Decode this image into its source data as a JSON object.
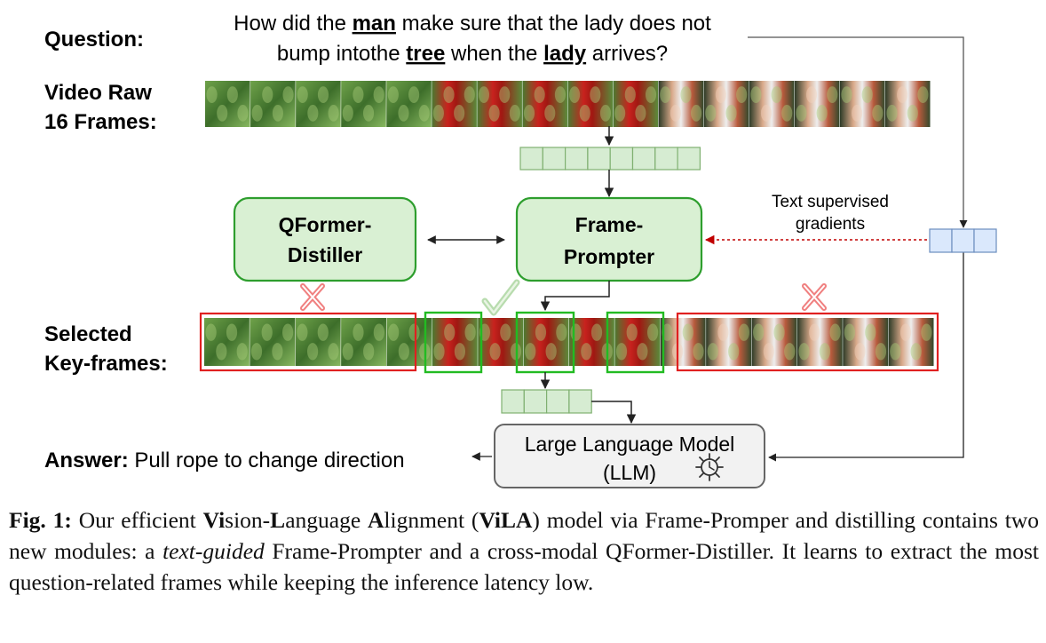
{
  "question": {
    "label": "Question:",
    "line1_pre": "How did the ",
    "line1_man": "man",
    "line1_post": " make sure that the lady does not",
    "line2_pre": "bump intothe ",
    "line2_tree": "tree",
    "line2_mid": " when the ",
    "line2_lady": "lady",
    "line2_post": " arrives?"
  },
  "video": {
    "label_line1": "Video Raw",
    "label_line2": "16 Frames:",
    "frame_count": 16
  },
  "modules": {
    "distiller_line1": "QFormer-",
    "distiller_line2": "Distiller",
    "prompter_line1": "Frame-",
    "prompter_line2": "Prompter"
  },
  "gradient_note": {
    "line1": "Text supervised",
    "line2": "gradients"
  },
  "selected": {
    "label_line1": "Selected",
    "label_line2": "Key-frames:"
  },
  "llm": {
    "line1": "Large Language Model",
    "line2": "(LLM)",
    "frozen_icon": "snowflake-icon"
  },
  "answer": {
    "label": "Answer:",
    "text": " Pull rope to change direction"
  },
  "caption": {
    "fig": "Fig. 1:",
    "p1": " Our efficient ",
    "v": "Vi",
    "p2": "sion-",
    "l": "L",
    "p3": "anguage ",
    "a": "A",
    "p4": "lignment (",
    "vila": "ViLA",
    "p5": ") model via Frame-Promper and distilling contains two new modules: a ",
    "tg": "text-guided",
    "p6": " Frame-Prompter and a cross-modal QFormer-Distiller. It learns to extract the most question-related frames while keeping the inference latency low."
  },
  "colors": {
    "module_fill": "#d9f0d3",
    "module_stroke": "#2e9e2e",
    "token_green": "#d6ecd2",
    "token_blue": "#dae8fc",
    "token_blue_stroke": "#6c8ebf",
    "reject_red": "#e02020",
    "select_green": "#22bb22",
    "cross_pink": "#f08080",
    "check_green": "#b8dcae",
    "llm_fill": "#f2f2f2",
    "llm_stroke": "#666666",
    "gradient_red": "#c00000"
  }
}
